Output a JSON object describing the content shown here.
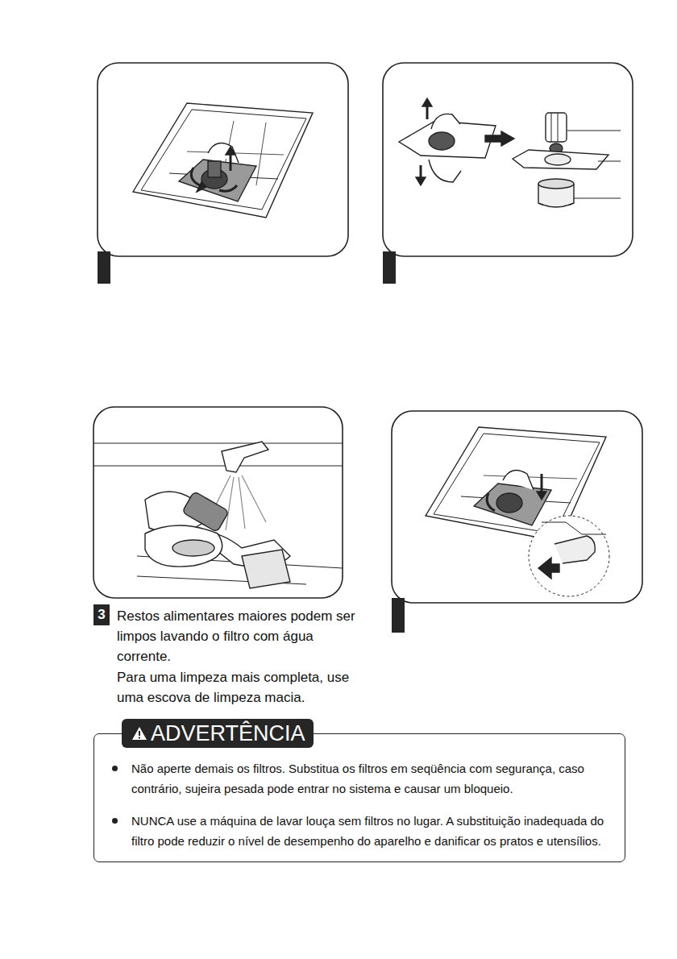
{
  "diagram": {
    "nodes": [
      {
        "text": [
          "3"
        ]
      },
      {
        "text": [
          "ADVERTÊNCIA",
          "Não aperte demais os filtros. Substitua os filtros em seqüência com segurança, caso contrário, sujeira pesada pode entrar no sistema e causar um bloqueio.",
          "NUNCA use a máquina de lavar louça sem filtros no lugar. A substituição inadequada do filtro pode reduzir o nível de desempenho do aparelho e danificar os pratos e utensílios."
        ]
      }
    ],
    "labels": [
      "Restos alimentares maiores podem ser limpos lavando o filtro com água corrente.",
      "Para uma limpeza mais completa, use uma escova de limpeza macia."
    ]
  }
}
